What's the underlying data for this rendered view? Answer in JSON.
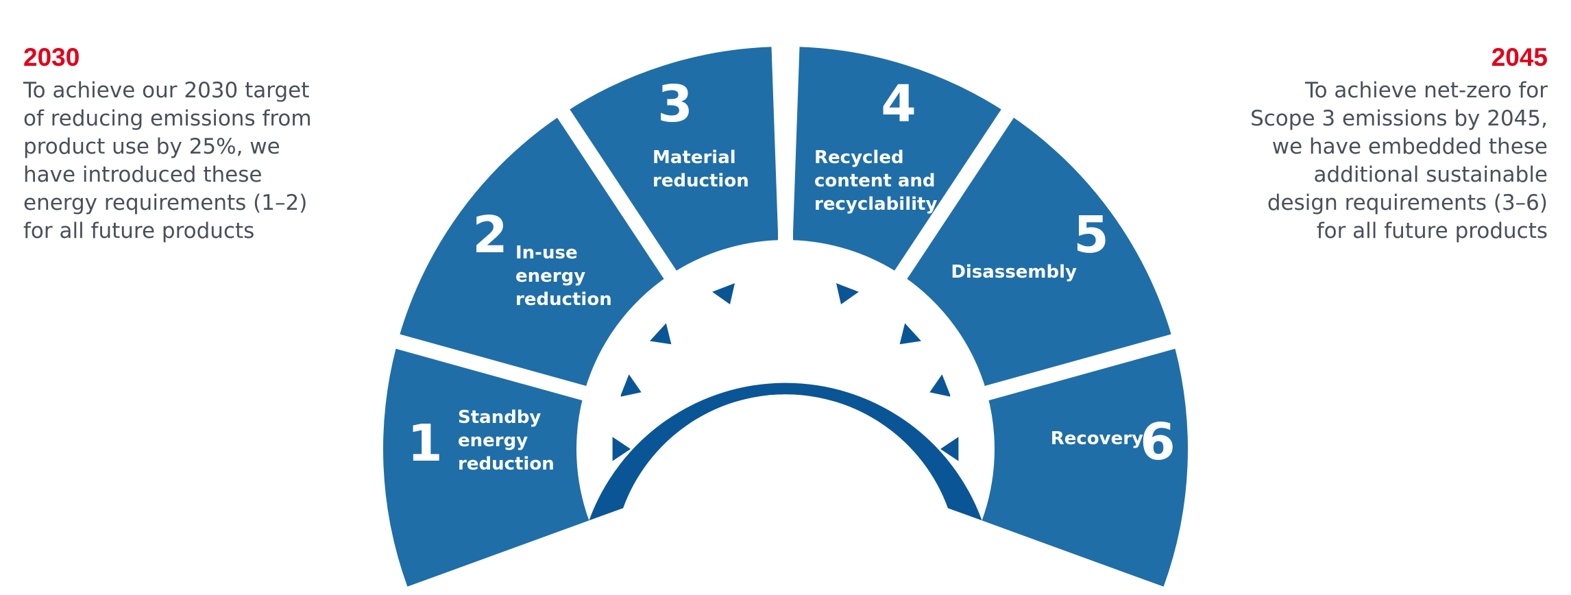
{
  "left": {
    "year": "2030",
    "text": "To achieve our 2030 target\nof reducing emissions from\nproduct use by 25%, we\nhave introduced these\nenergy requirements (1–2)\nfor all future products"
  },
  "right": {
    "year": "2045",
    "text": "To achieve net-zero for\nScope 3 emissions by 2045,\nwe have embedded these\nadditional sustainable\ndesign requirements (3–6)\nfor all future products"
  },
  "colors": {
    "segment": "#1f6ea8",
    "gear": "#0a5596",
    "background": "#ffffff",
    "year": "#e2001a",
    "text": "#4a4f5a"
  },
  "segments": [
    {
      "number": "1",
      "label": [
        "Standby",
        "energy",
        "reduction"
      ]
    },
    {
      "number": "2",
      "label": [
        "In-use",
        "energy",
        "reduction"
      ]
    },
    {
      "number": "3",
      "label": [
        "Material",
        "reduction"
      ]
    },
    {
      "number": "4",
      "label": [
        "Recycled",
        "content and",
        "recyclability"
      ]
    },
    {
      "number": "5",
      "label": [
        "Disassembly"
      ]
    },
    {
      "number": "6",
      "label": [
        "Recovery"
      ]
    }
  ]
}
